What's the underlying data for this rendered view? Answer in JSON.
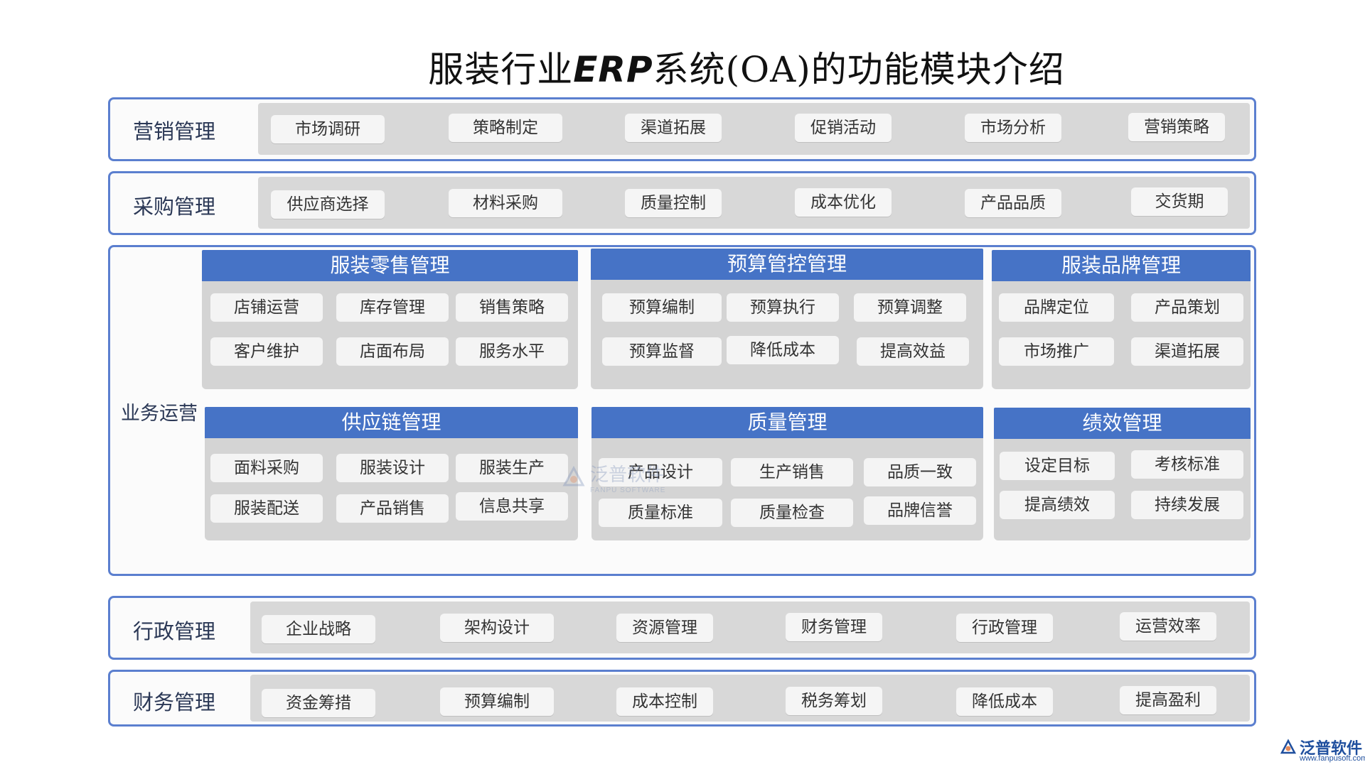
{
  "title": {
    "pre": "服装行业",
    "sep": "ERP",
    "post": "系统(OA)的功能模块介绍"
  },
  "marketing": {
    "label": "营销管理",
    "items": [
      "市场调研",
      "策略制定",
      "渠道拓展",
      "促销活动",
      "市场分析",
      "营销策略"
    ]
  },
  "purchase": {
    "label": "采购管理",
    "items": [
      "供应商选择",
      "材料采购",
      "质量控制",
      "成本优化",
      "产品品质",
      "交货期"
    ]
  },
  "business": {
    "label": "业务运营",
    "modules": [
      {
        "title": "服装零售管理",
        "items": [
          "店铺运营",
          "库存管理",
          "销售策略",
          "客户维护",
          "店面布局",
          "服务水平"
        ]
      },
      {
        "title": "预算管控管理",
        "items": [
          "预算编制",
          "预算执行",
          "预算调整",
          "预算监督",
          "降低成本",
          "提高效益"
        ]
      },
      {
        "title": "服装品牌管理",
        "items": [
          "品牌定位",
          "产品策划",
          "市场推广",
          "渠道拓展"
        ]
      },
      {
        "title": "供应链管理",
        "items": [
          "面料采购",
          "服装设计",
          "服装生产",
          "服装配送",
          "产品销售",
          "信息共享"
        ]
      },
      {
        "title": "质量管理",
        "items": [
          "产品设计",
          "生产销售",
          "品质一致",
          "质量标准",
          "质量检查",
          "品牌信誉"
        ]
      },
      {
        "title": "绩效管理",
        "items": [
          "设定目标",
          "考核标准",
          "提高绩效",
          "持续发展"
        ]
      }
    ]
  },
  "admin": {
    "label": "行政管理",
    "items": [
      "企业战略",
      "架构设计",
      "资源管理",
      "财务管理",
      "行政管理",
      "运营效率"
    ]
  },
  "finance": {
    "label": "财务管理",
    "items": [
      "资金筹措",
      "预算编制",
      "成本控制",
      "税务筹划",
      "降低成本",
      "提高盈利"
    ]
  },
  "watermark": {
    "text": "泛普软件",
    "sub": "FANPU SOFTWARE"
  },
  "logo": {
    "name": "泛普软件",
    "url": "www.fanpusoft.com"
  },
  "colors": {
    "accent": "#4673c6",
    "border": "#5b7fcf",
    "strip": "#d8d8d8"
  }
}
